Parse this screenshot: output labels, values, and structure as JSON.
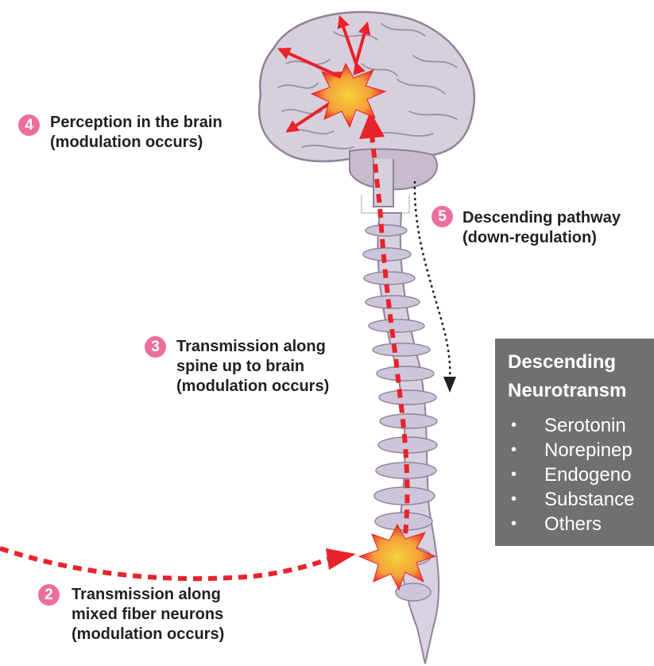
{
  "labels": {
    "step4": {
      "number": "4",
      "lines": [
        "Perception in the brain",
        "(modulation occurs)"
      ]
    },
    "step5": {
      "number": "5",
      "lines": [
        "Descending pathway",
        "(down-regulation)"
      ]
    },
    "step3": {
      "number": "3",
      "lines": [
        "Transmission along",
        "spine up to brain",
        "(modulation occurs)"
      ]
    },
    "step2": {
      "number": "2",
      "lines": [
        "Transmission along",
        "mixed fiber neurons",
        "(modulation occurs)"
      ]
    }
  },
  "neurotransmitter_box": {
    "title_lines": [
      "Descending",
      "Neurotransm"
    ],
    "items": [
      "Serotonin",
      "Norepinep",
      "Endogeno",
      "Substance",
      "Others"
    ]
  },
  "colors": {
    "signal_red": "#e8232b",
    "badge_pink": "#ec6e9e",
    "brain_fill": "#d8cfdd",
    "spine_fill": "#d9d1e2",
    "box_gray": "#707070"
  },
  "icons": [
    "brain-illustration",
    "spinal-column-illustration",
    "pain-burst-icon"
  ]
}
